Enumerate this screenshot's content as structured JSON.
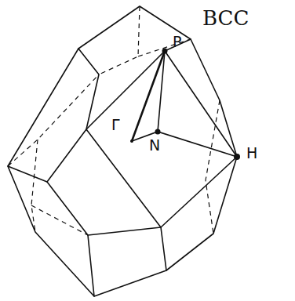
{
  "diagram": {
    "title": "BCC",
    "labels": [
      "P",
      "Γ",
      "N",
      "H"
    ]
  }
}
